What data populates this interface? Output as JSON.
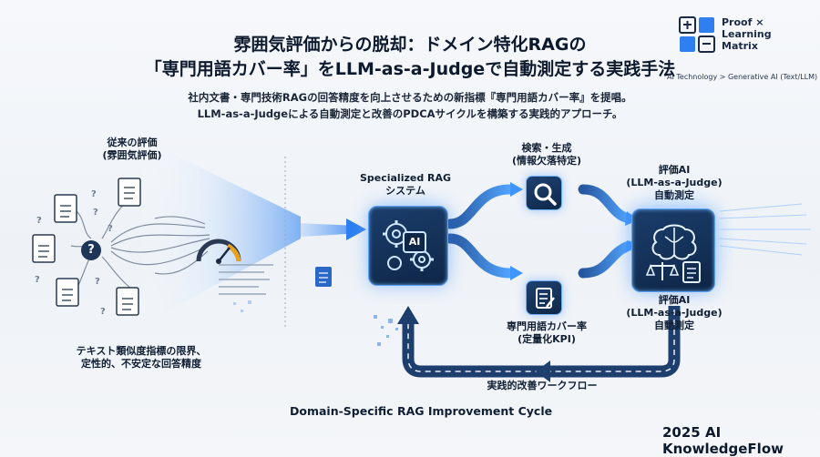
{
  "header": {
    "title_line1": "雰囲気評価からの脱却：ドメイン特化RAGの",
    "title_line2": "「専門用語カバー率」をLLM-as-a-Judgeで自動測定する実践手法",
    "subtitle_line1": "社内文書・専門技術RAGの回答精度を向上させるための新指標『専門用語カバー率』を提唱。",
    "subtitle_line2": "LLM-as-a-Judgeによる自動測定と改善のPDCAサイクルを構築する実践的アプローチ。"
  },
  "brand": {
    "name_line1": "Proof ×",
    "name_line2": "Learning",
    "name_line3": "Matrix",
    "category": "AI Technology > Generative AI (Text/LLM)"
  },
  "left": {
    "label_line1": "従来の評価",
    "label_line2": "(雰囲気評価)",
    "caption_line1": "テキスト類似度指標の限界、",
    "caption_line2": "定性的、不安定な回答精度",
    "question_mark": "?"
  },
  "rag": {
    "label_line1": "Specialized RAG",
    "label_line2": "システム",
    "chip": "AI"
  },
  "search": {
    "label_line1": "検索・生成",
    "label_line2": "(情報欠落特定)"
  },
  "coverage": {
    "label_line1": "専門用語カバー率",
    "label_line2": "(定量化KPI)"
  },
  "judge": {
    "top_line1": "評価AI",
    "top_line2": "(LLM-as-a-Judge)",
    "top_line3": "自動測定",
    "bottom_line1": "評価AI",
    "bottom_line2": "(LLM-as-a-Judge)",
    "bottom_line3": "自動測定"
  },
  "loop": {
    "label": "実践的改善ワークフロー"
  },
  "footer": {
    "cycle_title": "Domain-Specific RAG Improvement Cycle",
    "copyright": "2025 AI KnowledgeFlow"
  },
  "colors": {
    "accent": "#3d8cff",
    "navy": "#0e2647",
    "glow": "#7fc0ff"
  }
}
